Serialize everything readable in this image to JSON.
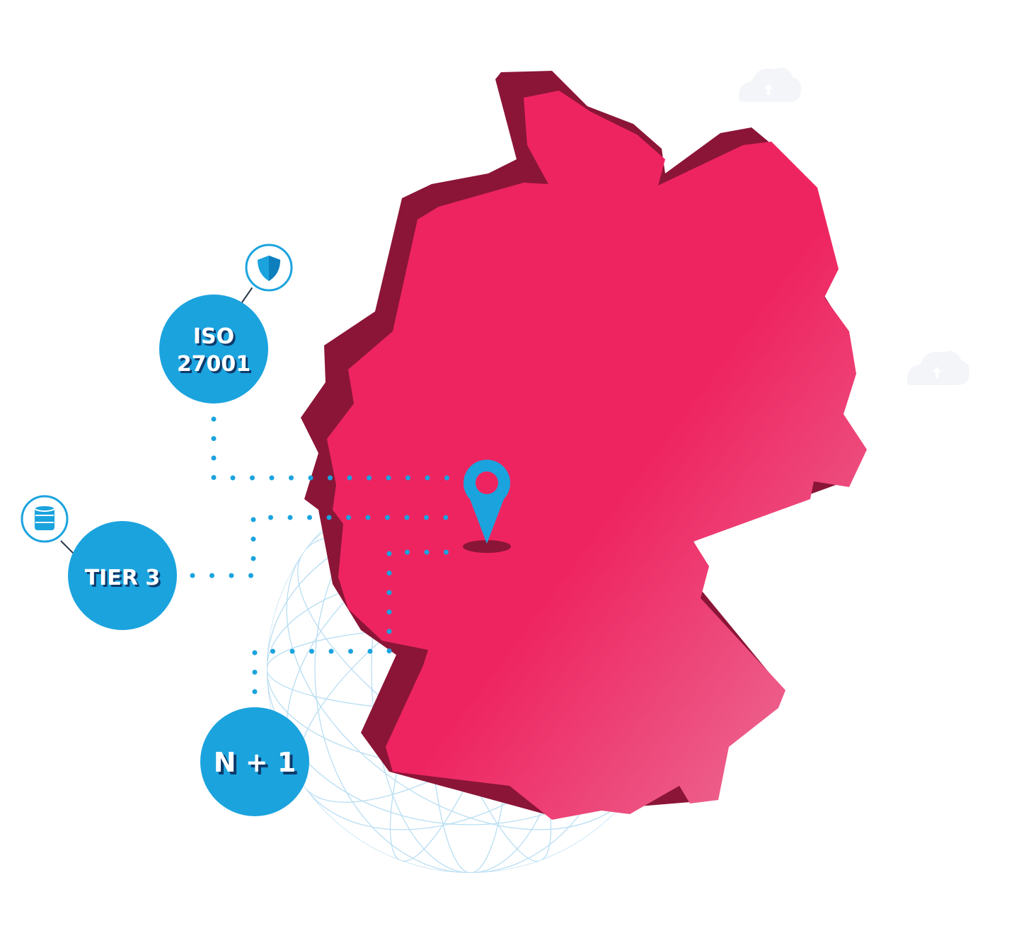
{
  "colors": {
    "map_top": "#ee2460",
    "map_top_light": "#ec7199",
    "map_side": "#8b1537",
    "accent_blue": "#1ba3de",
    "globe_line": "#b9def3",
    "cloud": "#f3f5f9"
  },
  "badges": {
    "iso": {
      "line1": "ISO",
      "line2": "27001",
      "icon": "shield-icon"
    },
    "tier": {
      "label": "TIER 3",
      "icon": "database-icon"
    },
    "redundancy": {
      "label": "N + 1"
    }
  },
  "marker": {
    "icon": "location-pin-icon"
  },
  "decor": {
    "clouds": [
      "cloud-upload-icon",
      "cloud-upload-icon"
    ]
  }
}
